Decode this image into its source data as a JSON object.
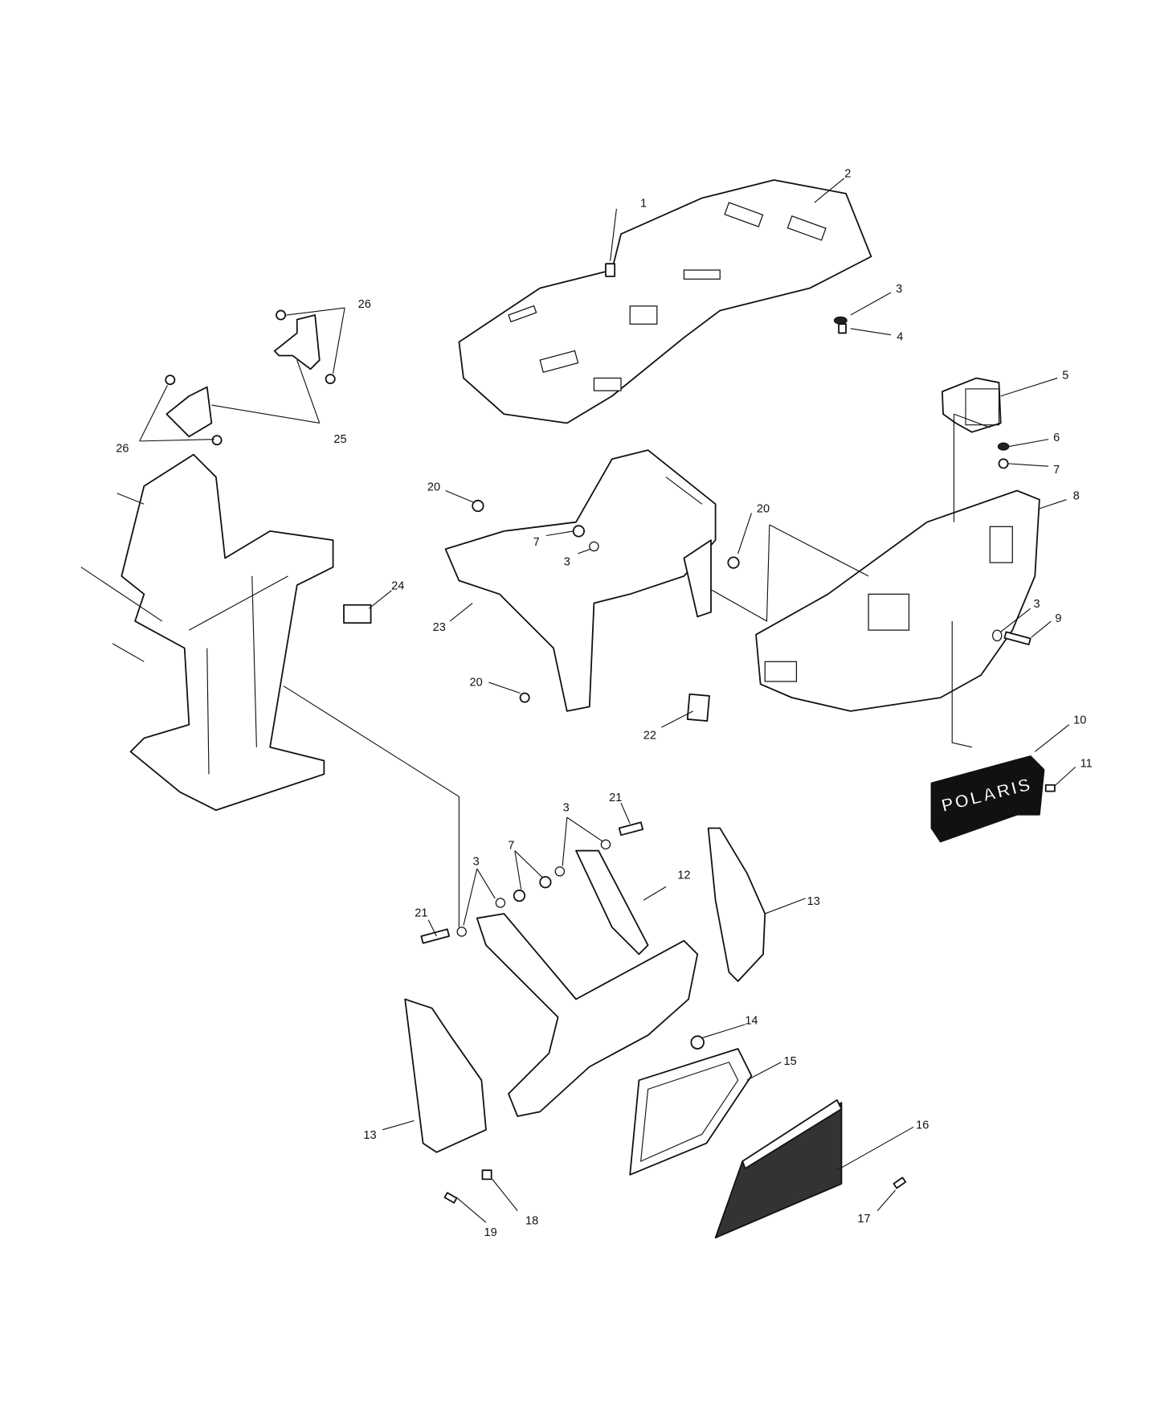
{
  "diagram": {
    "type": "exploded parts diagram",
    "brand_logo_text": "POLARIS",
    "callouts": [
      "1",
      "2",
      "3",
      "4",
      "26",
      "25",
      "26",
      "5",
      "6",
      "7",
      "8",
      "20",
      "7",
      "3",
      "20",
      "24",
      "23",
      "3",
      "9",
      "20",
      "22",
      "10",
      "11",
      "3",
      "21",
      "7",
      "3",
      "12",
      "13",
      "21",
      "14",
      "15",
      "16",
      "13",
      "17",
      "18",
      "19"
    ]
  }
}
